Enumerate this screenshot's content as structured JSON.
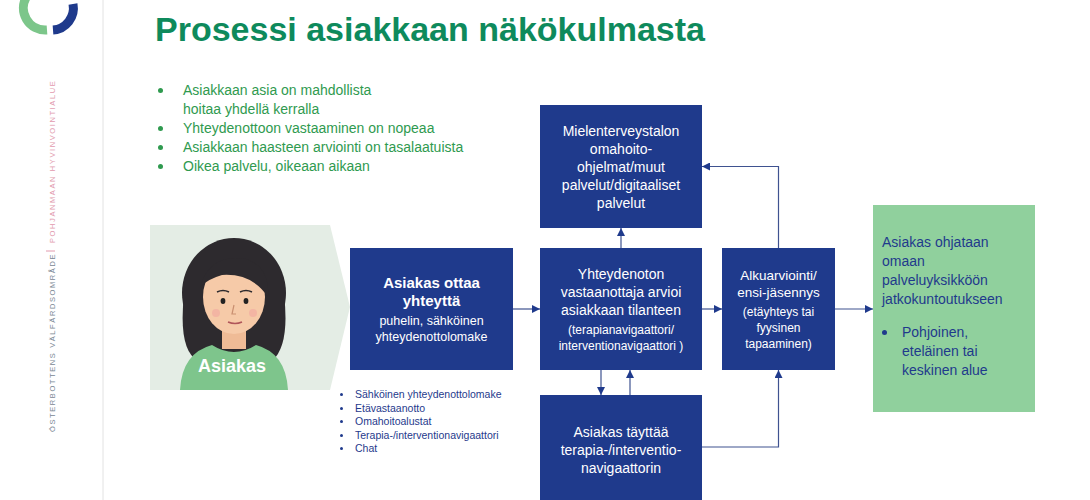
{
  "diagram": {
    "title": "Prosessi asiakkaan näkökulmasta",
    "nodes": [
      {
        "text": [
          "Asiakas"
        ]
      },
      {
        "text": [
          "Asiakas ottaa yhteyttä",
          "puhelin, sähköinen yhteydenottolomake"
        ]
      },
      {
        "text": [
          "Mielenterveystalon omahoito- ohjelmat/muut palvelut/digitaaliset palvelut"
        ]
      },
      {
        "text": [
          "Yhteydenoton vastaanottaja arvioi asiakkaan tilanteen",
          "(terapianavigaattori/ interventionavigaattori )"
        ]
      },
      {
        "text": [
          "Alkuarviointi/ ensi-jäsennys",
          "(etäyhteys tai fyysinen tapaaminen)"
        ]
      },
      {
        "text": [
          "Asiakas täyttää terapia-/interventio- navigaattorin"
        ]
      },
      {
        "text": [
          "Asiakas ohjataan omaan palveluyksikköön jatkokuntoutukseen",
          "Pohjoinen, eteläinen tai keskinen alue"
        ]
      }
    ],
    "edges": [
      {
        "from": 1,
        "to": 3,
        "arrow": "to"
      },
      {
        "from": 3,
        "to": 2,
        "arrow": "to"
      },
      {
        "from": 3,
        "to": 5,
        "arrow": "to"
      },
      {
        "from": 5,
        "to": 3,
        "arrow": "to"
      },
      {
        "from": 3,
        "to": 4,
        "arrow": "to"
      },
      {
        "from": 4,
        "to": 2,
        "arrow": "to"
      },
      {
        "from": 5,
        "to": 4,
        "arrow": "to"
      },
      {
        "from": 4,
        "to": 6,
        "arrow": "to"
      }
    ],
    "labels": [
      "ÖSTERBOTTENS VÄLFÄRDSOMRÅDE",
      "POHJANMAAN HYVINVOINTIALUE",
      "Asiakkaan asia on mahdollista hoitaa yhdellä kerralla",
      "Yhteydenottoon vastaaminen on nopeaa",
      "Asiakkaan haasteen arviointi on tasalaatuista",
      "Oikea palvelu, oikeaan aikaan",
      "Sähköinen yhteydenottolomake",
      "Etävastaanotto",
      "Omahoitoalustat",
      "Terapia-/interventionavigaattori",
      "Chat"
    ]
  }
}
